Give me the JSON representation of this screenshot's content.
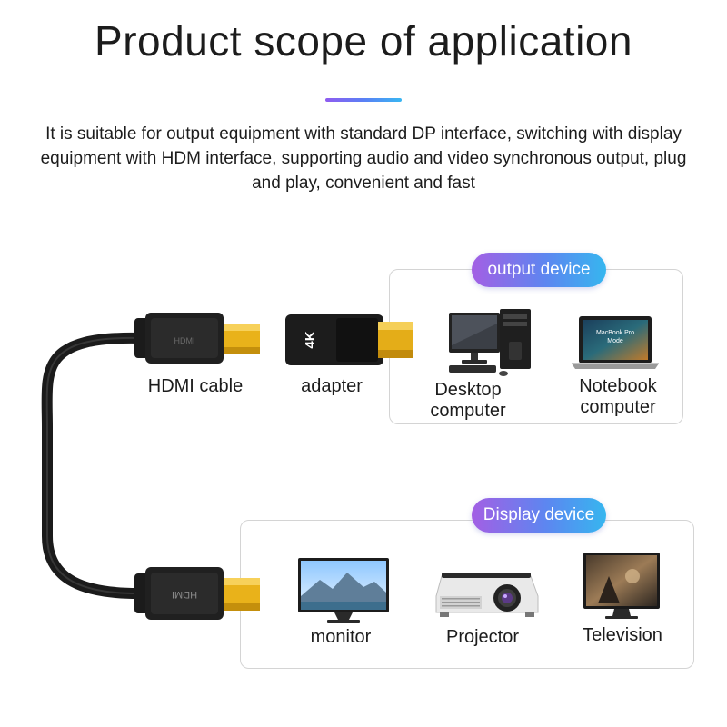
{
  "header": {
    "title": "Product scope of application",
    "description": "It is suitable for output equipment with standard DP interface, switching with display equipment with HDM interface, supporting audio and video synchronous output, plug and play, convenient and fast"
  },
  "cable": {
    "label": "HDMI cable",
    "connector_text": "HDMI"
  },
  "adapter": {
    "label": "adapter",
    "badge_text": "4K"
  },
  "output_section": {
    "title": "output device",
    "items": [
      {
        "label_line1": "Desktop",
        "label_line2": "computer",
        "icon": "desktop-computer-icon"
      },
      {
        "label_line1": "Notebook",
        "label_line2": "computer",
        "icon": "notebook-computer-icon",
        "screen_text_1": "MacBook Pro",
        "screen_text_2": "Mode"
      }
    ]
  },
  "display_section": {
    "title": "Display device",
    "items": [
      {
        "label": "monitor",
        "icon": "monitor-icon"
      },
      {
        "label": "Projector",
        "icon": "projector-icon"
      },
      {
        "label": "Television",
        "icon": "television-icon"
      }
    ]
  },
  "colors": {
    "accent_gradient_start": "#a35fe4",
    "accent_gradient_end": "#36b6ef",
    "connector_gold": "#e9b21a",
    "cable_black": "#1b1b1b"
  }
}
